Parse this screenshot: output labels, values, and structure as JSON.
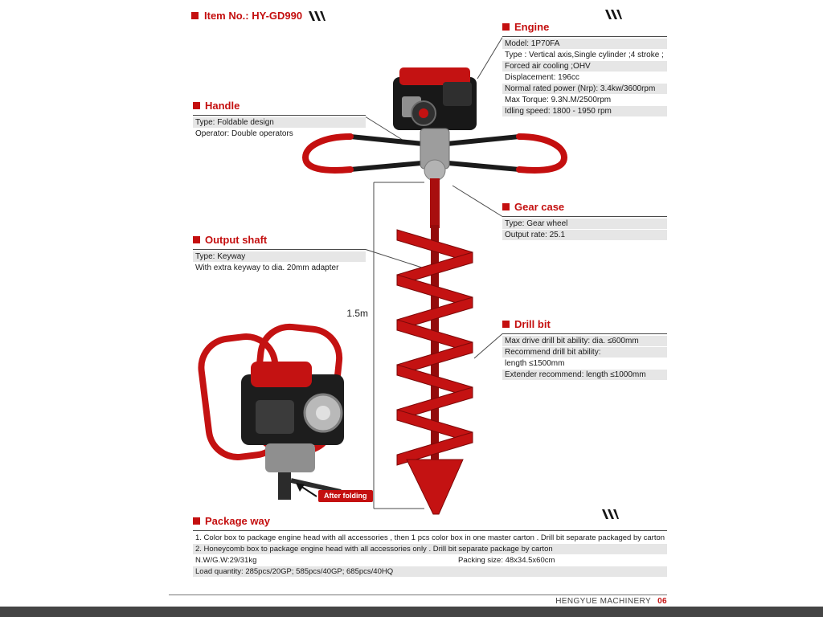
{
  "item_no": "Item No.: HY-GD990",
  "engine": {
    "title": "Engine",
    "lines": [
      "Model: 1P70FA",
      "Type : Vertical axis,Single cylinder ;4 stroke ;",
      "Forced air cooling ;OHV",
      "Displacement: 196cc",
      "Normal rated power (Nrp): 3.4kw/3600rpm",
      "Max Torque: 9.3N.M/2500rpm",
      "Idling speed: 1800 - 1950 rpm"
    ]
  },
  "handle": {
    "title": "Handle",
    "lines": [
      "Type: Foldable design",
      "Operator: Double operators"
    ]
  },
  "gear_case": {
    "title": "Gear case",
    "lines": [
      "Type: Gear wheel",
      "Output rate: 25.1"
    ]
  },
  "output_shaft": {
    "title": "Output shaft",
    "lines": [
      "Type: Keyway",
      "With extra keyway to dia. 20mm adapter"
    ]
  },
  "drill_bit": {
    "title": "Drill bit",
    "lines": [
      "Max drive drill bit ability: dia. ≤600mm",
      "Recommend drill bit ability:",
      "length ≤1500mm",
      "Extender recommend: length ≤1000mm"
    ]
  },
  "measurement": {
    "drill_length": "1.5m"
  },
  "after_folding": "After folding",
  "package_way": {
    "title": "Package way",
    "line1": "1. Color box to package engine head with all accessories , then 1 pcs color box in one master carton . Drill bit separate packaged by carton",
    "line2": "2. Honeycomb box to package engine head with all accessories only . Drill bit separate package by carton",
    "nw_gw": "N.W/G.W:29/31kg",
    "packing_size": "Packing size: 48x34.5x60cm",
    "load_quantity": "Load quantity: 285pcs/20GP; 585pcs/40GP; 685pcs/40HQ"
  },
  "footer": {
    "brand": "HENGYUE MACHINERY",
    "page_no": "06"
  },
  "colors": {
    "accent": "#c40f0f",
    "stripe": "#e6e6e6",
    "footer_bar": "#454545"
  }
}
